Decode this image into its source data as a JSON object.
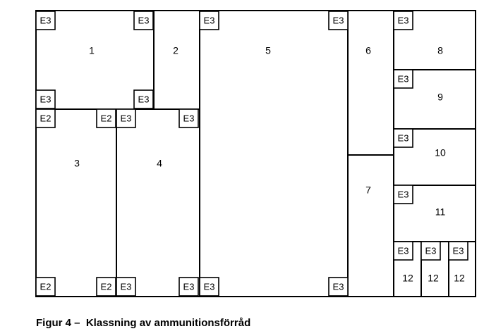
{
  "rooms": [
    {
      "id": "r1",
      "label": "1"
    },
    {
      "id": "r2",
      "label": "2"
    },
    {
      "id": "r3",
      "label": "3"
    },
    {
      "id": "r4",
      "label": "4"
    },
    {
      "id": "r5",
      "label": "5"
    },
    {
      "id": "r6",
      "label": "6"
    },
    {
      "id": "r7",
      "label": "7"
    },
    {
      "id": "r8",
      "label": "8"
    },
    {
      "id": "r9",
      "label": "9"
    },
    {
      "id": "r10",
      "label": "10"
    },
    {
      "id": "r11",
      "label": "11"
    },
    {
      "id": "r12a",
      "label": "12"
    },
    {
      "id": "r12b",
      "label": "12"
    },
    {
      "id": "r12c",
      "label": "12"
    }
  ],
  "tags": [
    "E3",
    "E3",
    "E3",
    "E3",
    "E3",
    "E2",
    "E2",
    "E3",
    "E3",
    "E2",
    "E2",
    "E3",
    "E3",
    "E3",
    "E3",
    "E3",
    "E3",
    "E3",
    "E3",
    "E3",
    "E3",
    "E3",
    "E3",
    "E3"
  ],
  "caption": "Figur 4 –  Klassning av ammunitionsförråd"
}
